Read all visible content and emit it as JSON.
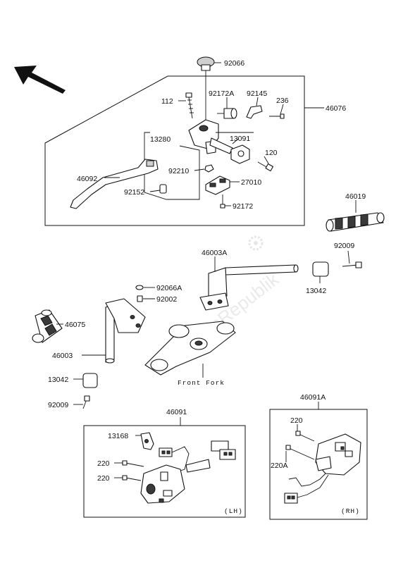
{
  "watermark": "PartsRepublik",
  "boxes": {
    "lever_assembly": "46076",
    "lh_switch": "46091",
    "rh_switch": "46091A",
    "lh_side": "(LH)",
    "rh_side": "(RH)"
  },
  "note": "Front Fork",
  "parts": {
    "p92066": "92066",
    "p112": "112",
    "p92172A": "92172A",
    "p92145": "92145",
    "p236": "236",
    "p46076": "46076",
    "p13280": "13280",
    "p13091": "13091",
    "p120": "120",
    "p46092": "46092",
    "p92210": "92210",
    "p27010": "27010",
    "p92152": "92152",
    "p92172": "92172",
    "p46019": "46019",
    "p46003A": "46003A",
    "p92009a": "92009",
    "p13042a": "13042",
    "p92066A": "92066A",
    "p92002": "92002",
    "p46075": "46075",
    "p46003": "46003",
    "p13042b": "13042",
    "p92009b": "92009",
    "p13168": "13168",
    "p220a": "220",
    "p220b": "220",
    "p220c": "220",
    "p220A": "220A"
  }
}
